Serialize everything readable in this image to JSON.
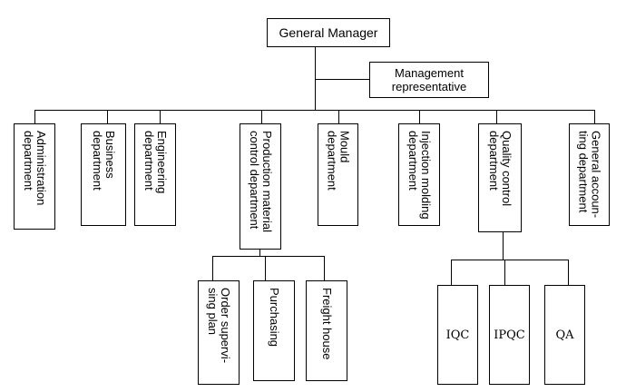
{
  "general_manager": "General Manager",
  "management_representative": "Management\nrepresentative",
  "departments": [
    "Administration\ndepartment",
    "Business\ndepartment",
    "Engineering\ndepartment",
    "Production material\ncontrol department",
    "Mould\ndepartment",
    "Injection molding\ndepartment",
    "Quality control\ndepartment",
    "General accoun-\nting department"
  ],
  "production_units": [
    "Order supervi-\nsing plan",
    "Purchasing",
    "Freight house"
  ],
  "quality_units": [
    "IQC",
    "IPQC",
    "QA"
  ]
}
